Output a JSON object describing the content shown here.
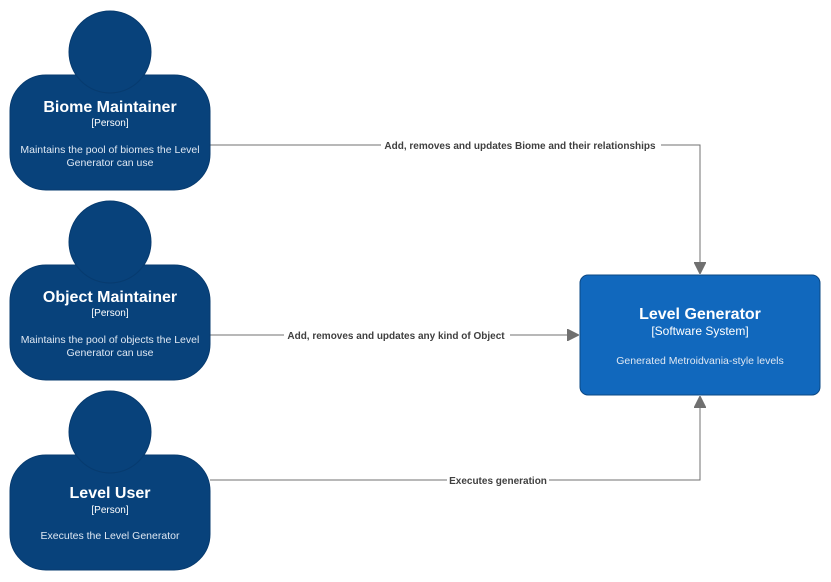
{
  "persons": [
    {
      "title": "Biome Maintainer",
      "stereotype": "[Person]",
      "description_lines": [
        "Maintains the pool of biomes the Level",
        "Generator can use"
      ]
    },
    {
      "title": "Object Maintainer",
      "stereotype": "[Person]",
      "description_lines": [
        "Maintains the pool of objects the Level",
        "Generator can use"
      ]
    },
    {
      "title": "Level User",
      "stereotype": "[Person]",
      "description_lines": [
        "Executes the Level Generator"
      ]
    }
  ],
  "system": {
    "title": "Level Generator",
    "stereotype": "[Software System]",
    "description": "Generated Metroidvania-style levels"
  },
  "relationships": [
    {
      "label": "Add, removes and updates Biome and their relationships"
    },
    {
      "label": "Add, removes and updates any kind of Object"
    },
    {
      "label": "Executes generation"
    }
  ],
  "colors": {
    "person": "#08427b",
    "software_system": "#1168bd",
    "connector": "#707070"
  }
}
